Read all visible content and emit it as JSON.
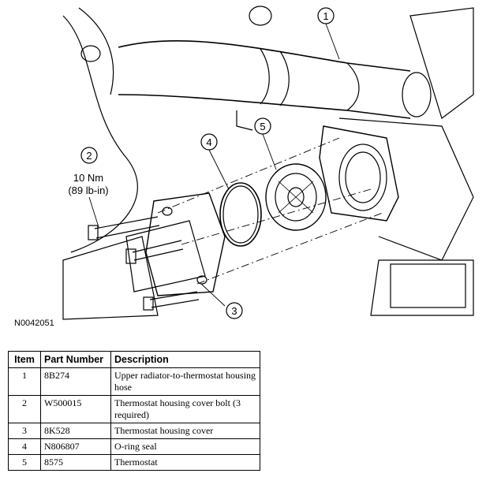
{
  "figure": {
    "id": "N0042051",
    "callouts": [
      "1",
      "2",
      "3",
      "4",
      "5"
    ],
    "torque": {
      "metric": "10 Nm",
      "imperial": "(89 lb-in)"
    }
  },
  "table": {
    "headers": {
      "item": "Item",
      "part": "Part Number",
      "desc": "Description"
    },
    "rows": [
      {
        "item": "1",
        "part": "8B274",
        "desc": "Upper radiator-to-thermostat housing hose"
      },
      {
        "item": "2",
        "part": "W500015",
        "desc": "Thermostat housing cover bolt (3 required)"
      },
      {
        "item": "3",
        "part": "8K528",
        "desc": "Thermostat housing cover"
      },
      {
        "item": "4",
        "part": "N806807",
        "desc": "O-ring seal"
      },
      {
        "item": "5",
        "part": "8575",
        "desc": "Thermostat"
      }
    ]
  }
}
